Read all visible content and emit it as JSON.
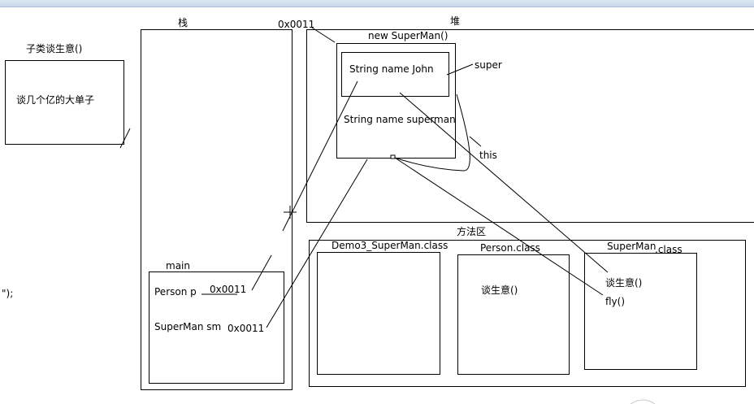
{
  "left_note": {
    "title": "子类谈生意()",
    "body": "谈几个亿的大单子"
  },
  "stray_text": "\");",
  "stack": {
    "label": "栈",
    "main_frame": {
      "label": "main",
      "var_p": "Person p",
      "var_p_value": "0x0011",
      "var_sm": "SuperMan sm",
      "var_sm_value": "0x0011"
    }
  },
  "heap": {
    "label": "堆",
    "address": "0x0011",
    "object": {
      "label": "new SuperMan()",
      "inner_field": "String name John",
      "outer_field": "String name superman"
    },
    "super_label": "super",
    "this_label": "this"
  },
  "method_area": {
    "label": "方法区",
    "classes": [
      {
        "name": "Demo3_SuperMan.class",
        "methods": []
      },
      {
        "name": "Person.class",
        "methods": [
          "谈生意()"
        ]
      },
      {
        "name": "SuperMan",
        "name_suffix": ".class",
        "methods": [
          "谈生意()",
          "fly()"
        ]
      }
    ]
  }
}
